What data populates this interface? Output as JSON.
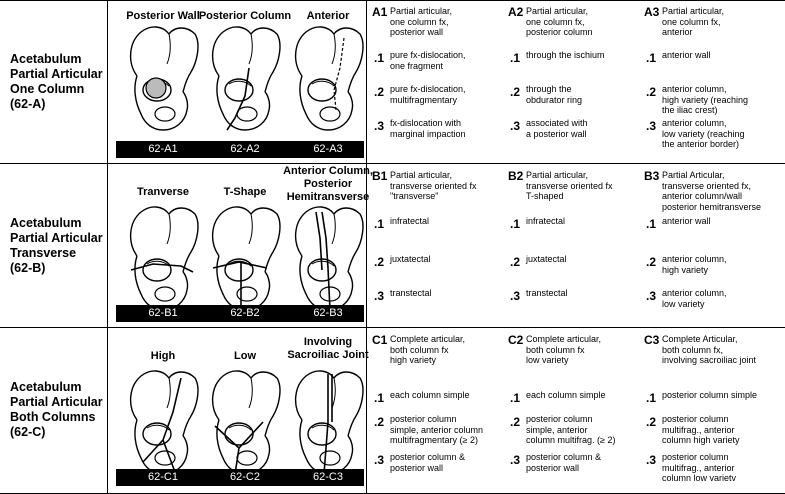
{
  "rows": [
    {
      "label": [
        "Acetabulum",
        "Partial Articular",
        "One Column",
        "(62-A)"
      ],
      "images": [
        {
          "title": [
            "Posterior Wall"
          ],
          "code": "62-A1"
        },
        {
          "title": [
            "Posterior Column"
          ],
          "code": "62-A2"
        },
        {
          "title": [
            "Anterior"
          ],
          "code": "62-A3"
        }
      ],
      "groups": [
        {
          "code": "A1",
          "desc": [
            "Partial articular,",
            "one column fx,",
            "posterior wall"
          ],
          "subs": [
            {
              "num": ".1",
              "text": [
                "pure fx-dislocation,",
                "one fragment"
              ]
            },
            {
              "num": ".2",
              "text": [
                "pure fx-dislocation,",
                "multifragmentary"
              ]
            },
            {
              "num": ".3",
              "text": [
                "fx-dislocation with",
                "marginal impaction"
              ]
            }
          ]
        },
        {
          "code": "A2",
          "desc": [
            "Partial articular,",
            "one column fx,",
            "posterior column"
          ],
          "subs": [
            {
              "num": ".1",
              "text": [
                "through the ischium"
              ]
            },
            {
              "num": ".2",
              "text": [
                "through  the",
                "obdurator ring"
              ]
            },
            {
              "num": ".3",
              "text": [
                "associated with",
                "a posterior wall"
              ]
            }
          ]
        },
        {
          "code": "A3",
          "desc": [
            "Partial articular,",
            "one column fx,",
            "anterior"
          ],
          "subs": [
            {
              "num": ".1",
              "text": [
                "anterior wall"
              ]
            },
            {
              "num": ".2",
              "text": [
                "anterior column,",
                "high variety (reaching",
                "the iliac crest)"
              ]
            },
            {
              "num": ".3",
              "text": [
                "anterior column,",
                "low variety (reaching",
                "the anterior border)"
              ]
            }
          ]
        }
      ]
    },
    {
      "label": [
        "Acetabulum",
        "Partial Articular",
        "Transverse",
        "(62-B)"
      ],
      "images": [
        {
          "title": [
            "Tranverse"
          ],
          "code": "62-B1"
        },
        {
          "title": [
            "T-Shape"
          ],
          "code": "62-B2"
        },
        {
          "title": [
            "Anterior Column,",
            "Posterior",
            "Hemitransverse"
          ],
          "code": "62-B3"
        }
      ],
      "groups": [
        {
          "code": "B1",
          "desc": [
            "Partial articular,",
            "transverse oriented fx",
            "\"transverse\""
          ],
          "subs": [
            {
              "num": ".1",
              "text": [
                "infratectal"
              ]
            },
            {
              "num": ".2",
              "text": [
                "juxtatectal"
              ]
            },
            {
              "num": ".3",
              "text": [
                "transtectal"
              ]
            }
          ]
        },
        {
          "code": "B2",
          "desc": [
            "Partial articular,",
            "transverse oriented fx",
            "T-shaped"
          ],
          "subs": [
            {
              "num": ".1",
              "text": [
                "infratectal"
              ]
            },
            {
              "num": ".2",
              "text": [
                "juxtatectal"
              ]
            },
            {
              "num": ".3",
              "text": [
                "transtectal"
              ]
            }
          ]
        },
        {
          "code": "B3",
          "desc": [
            "Partial Articular,",
            "transverse oriented fx,",
            "anterior column/wall",
            "posterior hemitransverse"
          ],
          "subs": [
            {
              "num": ".1",
              "text": [
                "anterior wall"
              ]
            },
            {
              "num": ".2",
              "text": [
                "anterior column,",
                "high variety"
              ]
            },
            {
              "num": ".3",
              "text": [
                "anterior column,",
                "low variety"
              ]
            }
          ]
        }
      ]
    },
    {
      "label": [
        "Acetabulum",
        "Partial Articular",
        "Both Columns",
        "(62-C)"
      ],
      "images": [
        {
          "title": [
            "High"
          ],
          "code": "62-C1"
        },
        {
          "title": [
            "Low"
          ],
          "code": "62-C2"
        },
        {
          "title": [
            "Involving",
            "Sacroiliac Joint"
          ],
          "code": "62-C3"
        }
      ],
      "groups": [
        {
          "code": "C1",
          "desc": [
            "Complete articular,",
            "both column fx",
            "high variety"
          ],
          "subs": [
            {
              "num": ".1",
              "text": [
                "each column simple"
              ]
            },
            {
              "num": ".2",
              "text": [
                "posterior column",
                "simple, anterior column",
                "multifragmentary (≥ 2)"
              ]
            },
            {
              "num": ".3",
              "text": [
                "posterior column &",
                "posterior wall"
              ]
            }
          ]
        },
        {
          "code": "C2",
          "desc": [
            "Complete articular,",
            "both column fx",
            "low variety"
          ],
          "subs": [
            {
              "num": ".1",
              "text": [
                "each column simple"
              ]
            },
            {
              "num": ".2",
              "text": [
                "posterior column",
                "simple, anterior",
                "column multifrag. (≥ 2)"
              ]
            },
            {
              "num": ".3",
              "text": [
                "posterior column &",
                "posterior wall"
              ]
            }
          ]
        },
        {
          "code": "C3",
          "desc": [
            "Complete Articular,",
            "both column fx,",
            "involving sacroiliac joint"
          ],
          "subs": [
            {
              "num": ".1",
              "text": [
                "posterior column simple"
              ]
            },
            {
              "num": ".2",
              "text": [
                "posterior column",
                "multifrag., anterior",
                "column high variety"
              ]
            },
            {
              "num": ".3",
              "text": [
                "posterior column",
                "multifrag., anterior",
                "column low varietv"
              ]
            }
          ]
        }
      ]
    }
  ]
}
